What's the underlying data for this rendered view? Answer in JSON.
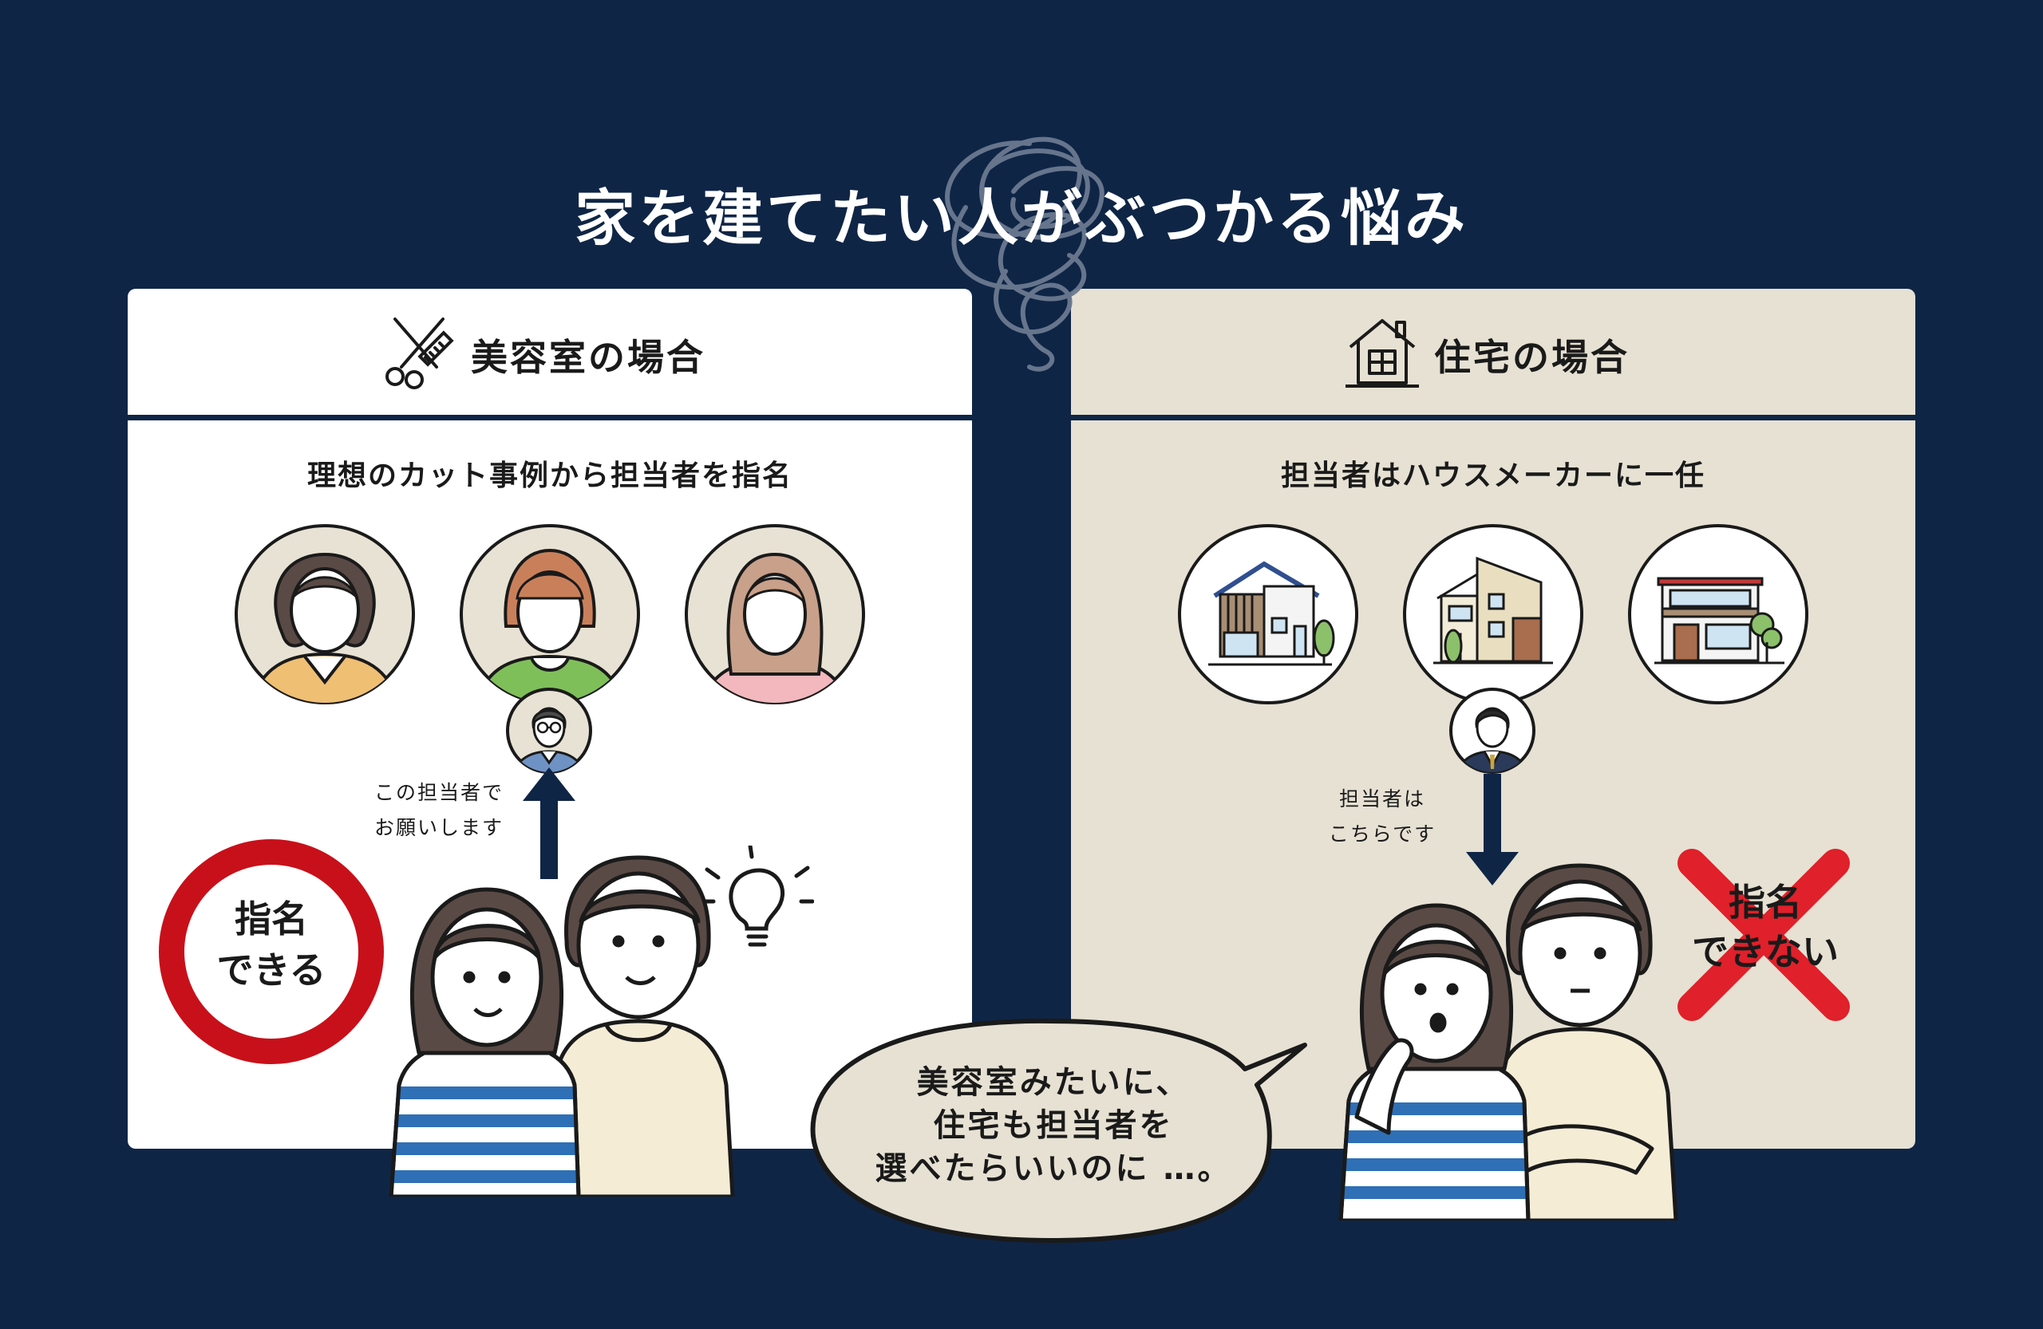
{
  "title": "家を建てたい人がぶつかる悩み",
  "panels": {
    "salon": {
      "title": "美容室の場合",
      "subtitle": "理想のカット事例から担当者を指名",
      "note_lines": [
        "この担当者で",
        "お願いします"
      ],
      "stamp_lines": [
        "指名",
        "できる"
      ],
      "icon": "scissors-comb-icon"
    },
    "house": {
      "title": "住宅の場合",
      "subtitle": "担当者はハウスメーカーに一任",
      "note_lines": [
        "担当者は",
        "こちらです"
      ],
      "stamp_lines": [
        "指名",
        "できない"
      ],
      "icon": "house-icon"
    }
  },
  "speech_bubble": {
    "lines": [
      "美容室みたいに、",
      "住宅も担当者を",
      "選べたらいいのに …。"
    ]
  },
  "colors": {
    "background": "#0f2546",
    "panel_salon": "#ffffff",
    "panel_house": "#e6e1d3",
    "ok_stamp": "#c8101a",
    "ng_cross": "#e0202a",
    "outline": "#1a1a1a"
  }
}
